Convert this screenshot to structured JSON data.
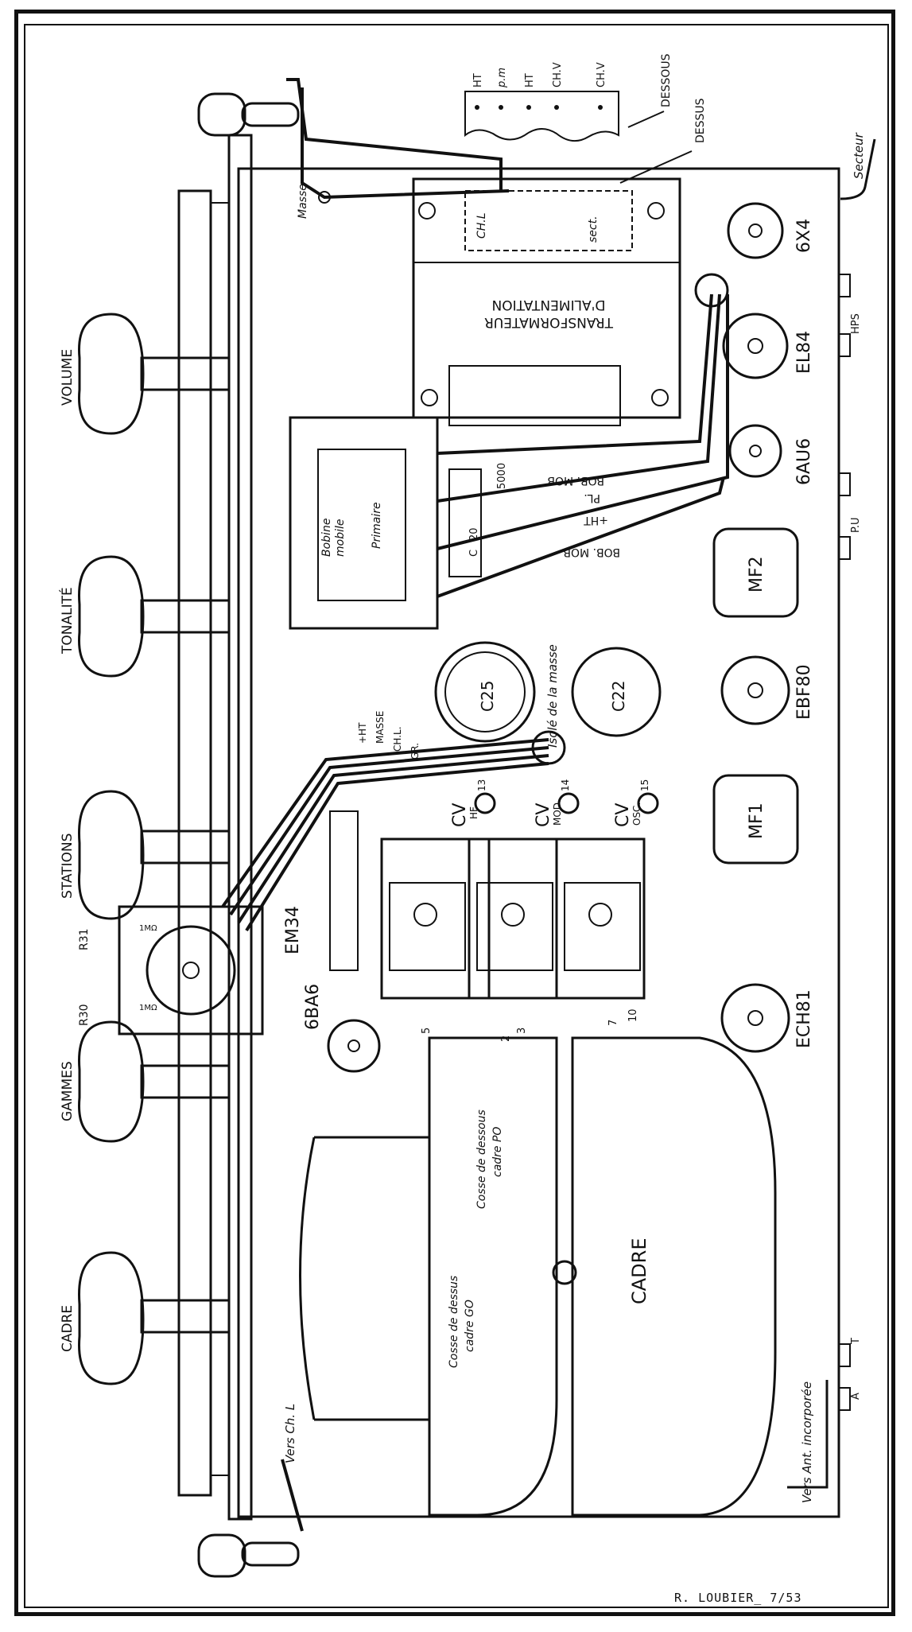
{
  "knobs": [
    "VOLUME",
    "TONALITÉ",
    "STATIONS",
    "GAMMES",
    "CADRE"
  ],
  "tubes": {
    "t6x4": "6X4",
    "el84": "EL84",
    "t6au6": "6AU6",
    "ebf80": "EBF80",
    "ech81": "ECH81",
    "em34": "EM34",
    "t6ba6": "6BA6"
  },
  "modules": {
    "mf1": "MF1",
    "mf2": "MF2",
    "c25": "C25",
    "c22": "C22",
    "cadre": "CADRE"
  },
  "sockets": {
    "hps": "HPS",
    "pu": "P.U",
    "a": "A",
    "t": "T"
  },
  "transformer": {
    "line1": "TRANSFORMATEUR",
    "line2": "D'ALIMENTATION",
    "chl": "CH.L",
    "sect": "sect."
  },
  "top_labels": {
    "dessous": "DESSOUS",
    "dessus": "DESSUS",
    "secteur": "Secteur",
    "masse": "Masse"
  },
  "plug_pins": [
    "HT",
    "p.m",
    "HT",
    "CH.V",
    "CH.V"
  ],
  "output_transformer": {
    "bobine": "Bobine",
    "mobile": "mobile",
    "primaire": "Primaire",
    "cap_c": "C",
    "cap_20": "20",
    "cap_5000": "5000"
  },
  "wires": {
    "bob_mob_1": "BOB. MOB",
    "pl": "PL.",
    "plus_ht": "+HT",
    "bob_mob_2": "BOB. MOB",
    "isole": "Isolé de la masse"
  },
  "cable_labels": [
    "+HT",
    "MASSE",
    "CH.L.",
    "GR."
  ],
  "cv": [
    {
      "cv": "CV",
      "sub": "HF",
      "num": "13"
    },
    {
      "cv": "CV",
      "sub": "MOD.",
      "num": "14"
    },
    {
      "cv": "CV",
      "sub": "OSC.",
      "num": "15"
    }
  ],
  "cv_pins": {
    "p5": "5",
    "p7": "7",
    "p10": "10",
    "p2": "2",
    "p3": "3"
  },
  "resistors": {
    "r31": "R31",
    "r30": "R30",
    "val_r31": "1MΩ",
    "val_r30": "1MΩ"
  },
  "cosse": {
    "dessous_line1": "Cosse de dessous",
    "dessous_line2": "cadre PO",
    "dessus_line1": "Cosse de dessus",
    "dessus_line2": "cadre GO"
  },
  "bottom_left": {
    "vers_chl": "Vers  Ch. L"
  },
  "bottom_right": {
    "vers_ant": "Vers  Ant. incorporée"
  },
  "credit": "R. LOUBIER_ 7/53"
}
